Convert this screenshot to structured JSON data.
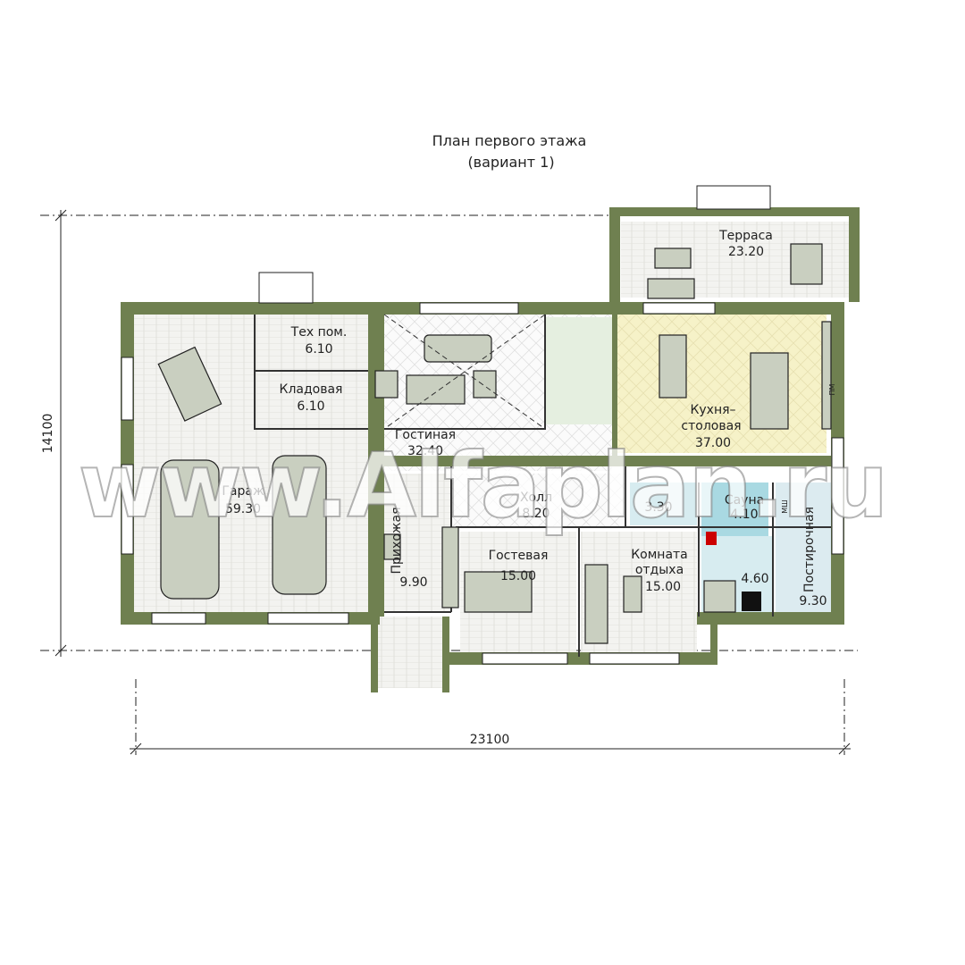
{
  "title": {
    "line1": "План первого этажа",
    "line2": "(вариант 1)"
  },
  "dimensions": {
    "height": "14100",
    "width": "23100"
  },
  "watermark": "www.Alfaplan.ru",
  "rooms": {
    "tech": {
      "name": "Тех пом.",
      "area": "6.10"
    },
    "storage": {
      "name": "Кладовая",
      "area": "6.10"
    },
    "living": {
      "name": "Гостиная",
      "area": "32.40"
    },
    "garage": {
      "name": "Гараж",
      "area": "59.30"
    },
    "hall": {
      "name": "Холл",
      "area": "8.20"
    },
    "entry": {
      "name": "Прихожая",
      "area": "9.90"
    },
    "guest": {
      "name": "Гостевая",
      "area": "15.00"
    },
    "rest": {
      "name1": "Комната",
      "name2": "отдыха",
      "area": "15.00"
    },
    "kitchen": {
      "name1": "Кухня–",
      "name2": "столовая",
      "area": "37.00"
    },
    "terrace": {
      "name": "Терраса",
      "area": "23.20"
    },
    "sauna": {
      "name": "Сауна",
      "area": "4.10"
    },
    "bath": {
      "area": "3.30"
    },
    "shower": {
      "area": "4.60"
    },
    "laundry": {
      "name": "Постирочная",
      "area": "9.30"
    }
  },
  "appliances": {
    "dishwasher": "ПМ",
    "washer": "МШ"
  },
  "colors": {
    "wall": "#6f8050",
    "kitchen": "#f6f2c8",
    "sauna": "#a9d9e2",
    "laundry": "#dcebf0",
    "garage": "#efefeb"
  }
}
